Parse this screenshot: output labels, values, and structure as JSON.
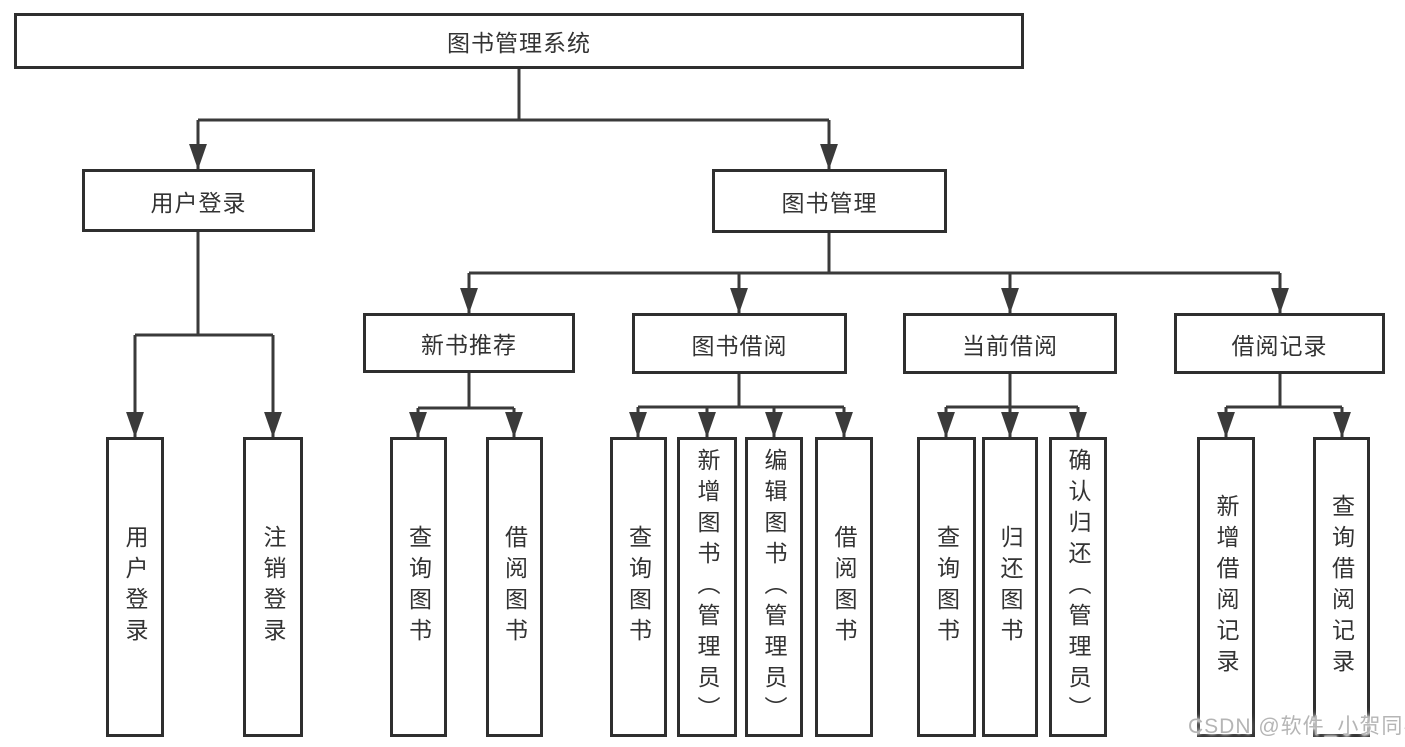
{
  "tree": {
    "label": "图书管理系统",
    "children": [
      {
        "label": "用户登录",
        "children": [
          {
            "label": "用户登录"
          },
          {
            "label": "注销登录"
          }
        ]
      },
      {
        "label": "图书管理",
        "children": [
          {
            "label": "新书推荐",
            "children": [
              {
                "label": "查询图书"
              },
              {
                "label": "借阅图书"
              }
            ]
          },
          {
            "label": "图书借阅",
            "children": [
              {
                "label": "查询图书"
              },
              {
                "label": "新增图书（管理员）"
              },
              {
                "label": "编辑图书（管理员）"
              },
              {
                "label": "借阅图书"
              }
            ]
          },
          {
            "label": "当前借阅",
            "children": [
              {
                "label": "查询图书"
              },
              {
                "label": "归还图书"
              },
              {
                "label": "确认归还（管理员）"
              }
            ]
          },
          {
            "label": "借阅记录",
            "children": [
              {
                "label": "新增借阅记录"
              },
              {
                "label": "查询借阅记录"
              }
            ]
          }
        ]
      }
    ]
  },
  "watermark": "CSDN @软件_小贺同学",
  "colors": {
    "line": "#3a3a3a",
    "box_border": "#2f2f2f",
    "text": "#333333",
    "watermark": "#b5b5b5",
    "background": "#ffffff"
  }
}
